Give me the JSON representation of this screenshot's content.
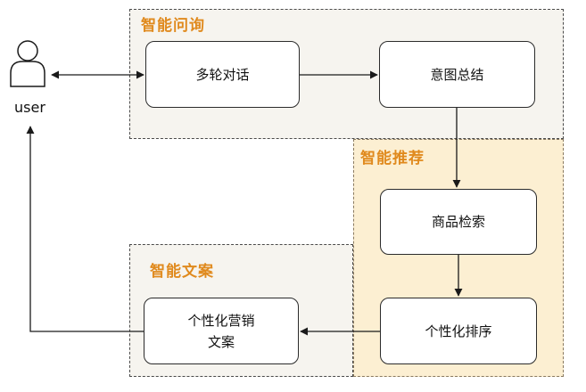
{
  "regions": {
    "ask": "智能问询",
    "recommend": "智能推荐",
    "copy": "智能文案"
  },
  "nodes": {
    "dialogue": "多轮对话",
    "intent": "意图总结",
    "search": "商品检索",
    "rank": "个性化排序",
    "copy_line1": "个性化营销",
    "copy_line2": "文案"
  },
  "user": {
    "label": "user",
    "icon": "user-icon"
  },
  "colors": {
    "title": "#e08a1e",
    "region_bg": "#f6f4ef",
    "recommend_bg": "#fcefd2"
  }
}
